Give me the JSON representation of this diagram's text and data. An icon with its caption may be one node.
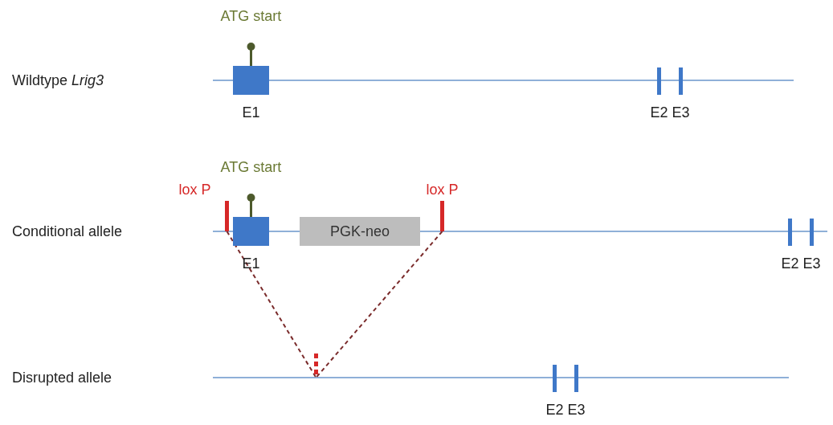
{
  "diagram": {
    "nodes": [
      {
        "text": [],
        "shape": "box",
        "beside": [
          "ATG start",
          "E1"
        ]
      },
      {
        "text": [],
        "shape": "bar",
        "beside": [
          "E2"
        ]
      },
      {
        "text": [],
        "shape": "bar",
        "beside": [
          "E3"
        ]
      },
      {
        "text": [],
        "shape": "bar",
        "beside": [
          "lox P"
        ]
      },
      {
        "text": [],
        "shape": "box",
        "beside": [
          "ATG start",
          "E1"
        ]
      },
      {
        "text": [
          "PGK-neo"
        ]
      },
      {
        "text": [],
        "shape": "bar",
        "beside": [
          "lox P"
        ]
      },
      {
        "text": [],
        "shape": "bar",
        "beside": [
          "E2"
        ]
      },
      {
        "text": [],
        "shape": "bar",
        "beside": [
          "E3"
        ]
      },
      {
        "text": [],
        "shape": "bar"
      },
      {
        "text": [],
        "shape": "bar",
        "beside": [
          "E2"
        ]
      },
      {
        "text": [],
        "shape": "bar",
        "beside": [
          "E3"
        ]
      }
    ],
    "edges": [
      {
        "from": 3,
        "to": 9,
        "arrow": "none",
        "style": "dashed"
      },
      {
        "from": 6,
        "to": 9,
        "arrow": "none",
        "style": "dashed"
      }
    ],
    "labels": [
      "Wildtype *Lrig3*",
      "Conditional allele",
      "Disrupted allele"
    ]
  }
}
